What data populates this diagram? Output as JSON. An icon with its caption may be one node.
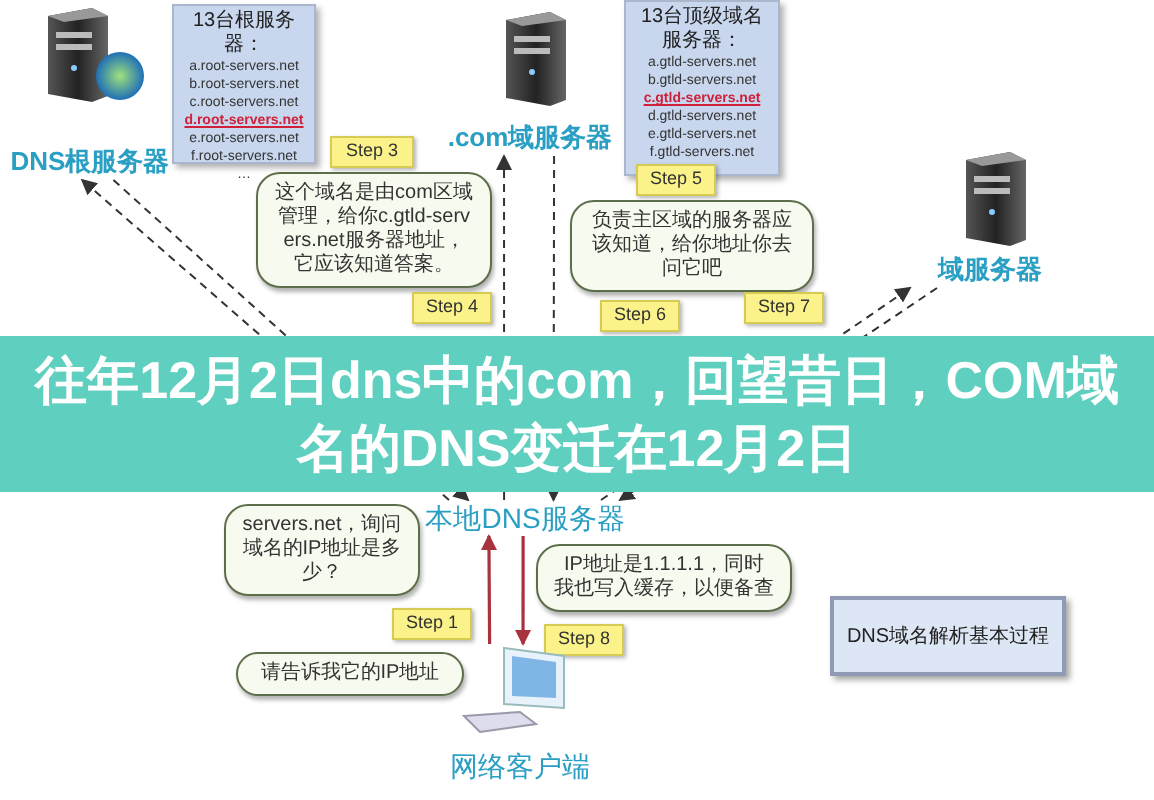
{
  "diagram": {
    "title": "往年12月2日dns中的com，回望昔日，COM域名的DNS变迁在12月2日",
    "nodes": [
      {
        "text": [
          "DNS根服务器"
        ]
      },
      {
        "text": [
          "13台根服务器：",
          "a.root-servers.net",
          "b.root-servers.net",
          "c.root-servers.net",
          "d.root-servers.net",
          "e.root-servers.net",
          "f.root-servers.net",
          "…"
        ]
      },
      {
        "text": [
          "Step 3"
        ]
      },
      {
        "text": [
          "这个域名是由com区域管理，给你c.gtld-servers.net服务器地址，它应该知道答案。"
        ]
      },
      {
        "text": [
          ".com域服务器"
        ]
      },
      {
        "text": [
          "13台顶级域名服务器：",
          "a.gtld-servers.net",
          "b.gtld-servers.net",
          "c.gtld-servers.net",
          "d.gtld-servers.net",
          "e.gtld-servers.net",
          "f.gtld-servers.net"
        ]
      },
      {
        "text": [
          "Step 5"
        ]
      },
      {
        "text": [
          "负责主区域的服务器应该知道，给你地址你去问它吧"
        ]
      },
      {
        "text": [
          "域服务器"
        ]
      },
      {
        "text": [
          "Step 4"
        ]
      },
      {
        "text": [
          "Step 6"
        ]
      },
      {
        "text": [
          "Step 7"
        ]
      },
      {
        "text": [
          "本地DNS服务器"
        ]
      },
      {
        "text": [
          "servers.net，询问域名的IP地址是多少？"
        ]
      },
      {
        "text": [
          "IP地址是1.1.1.1，同时我也写入缓存，以便备查"
        ]
      },
      {
        "text": [
          "Step 8"
        ]
      },
      {
        "text": [
          "Step 1"
        ]
      },
      {
        "text": [
          "请告诉我它的IP地址"
        ]
      },
      {
        "text": [
          "网络客户端"
        ]
      },
      {
        "text": [
          "DNS域名解析基本过程"
        ]
      }
    ],
    "edges": [
      {
        "from": 12,
        "to": 0,
        "arrow": "to",
        "style": "dashed"
      },
      {
        "from": 0,
        "to": 12,
        "arrow": "to",
        "style": "dashed"
      },
      {
        "from": 12,
        "to": 4,
        "arrow": "to",
        "style": "dashed"
      },
      {
        "from": 4,
        "to": 12,
        "arrow": "to",
        "style": "dashed"
      },
      {
        "from": 12,
        "to": 8,
        "arrow": "to",
        "style": "dashed"
      },
      {
        "from": 8,
        "to": 12,
        "arrow": "to",
        "style": "dashed"
      },
      {
        "from": 18,
        "to": 12,
        "arrow": "to",
        "color": "#a8323e"
      },
      {
        "from": 12,
        "to": 18,
        "arrow": "to",
        "color": "#a8323e"
      }
    ]
  }
}
